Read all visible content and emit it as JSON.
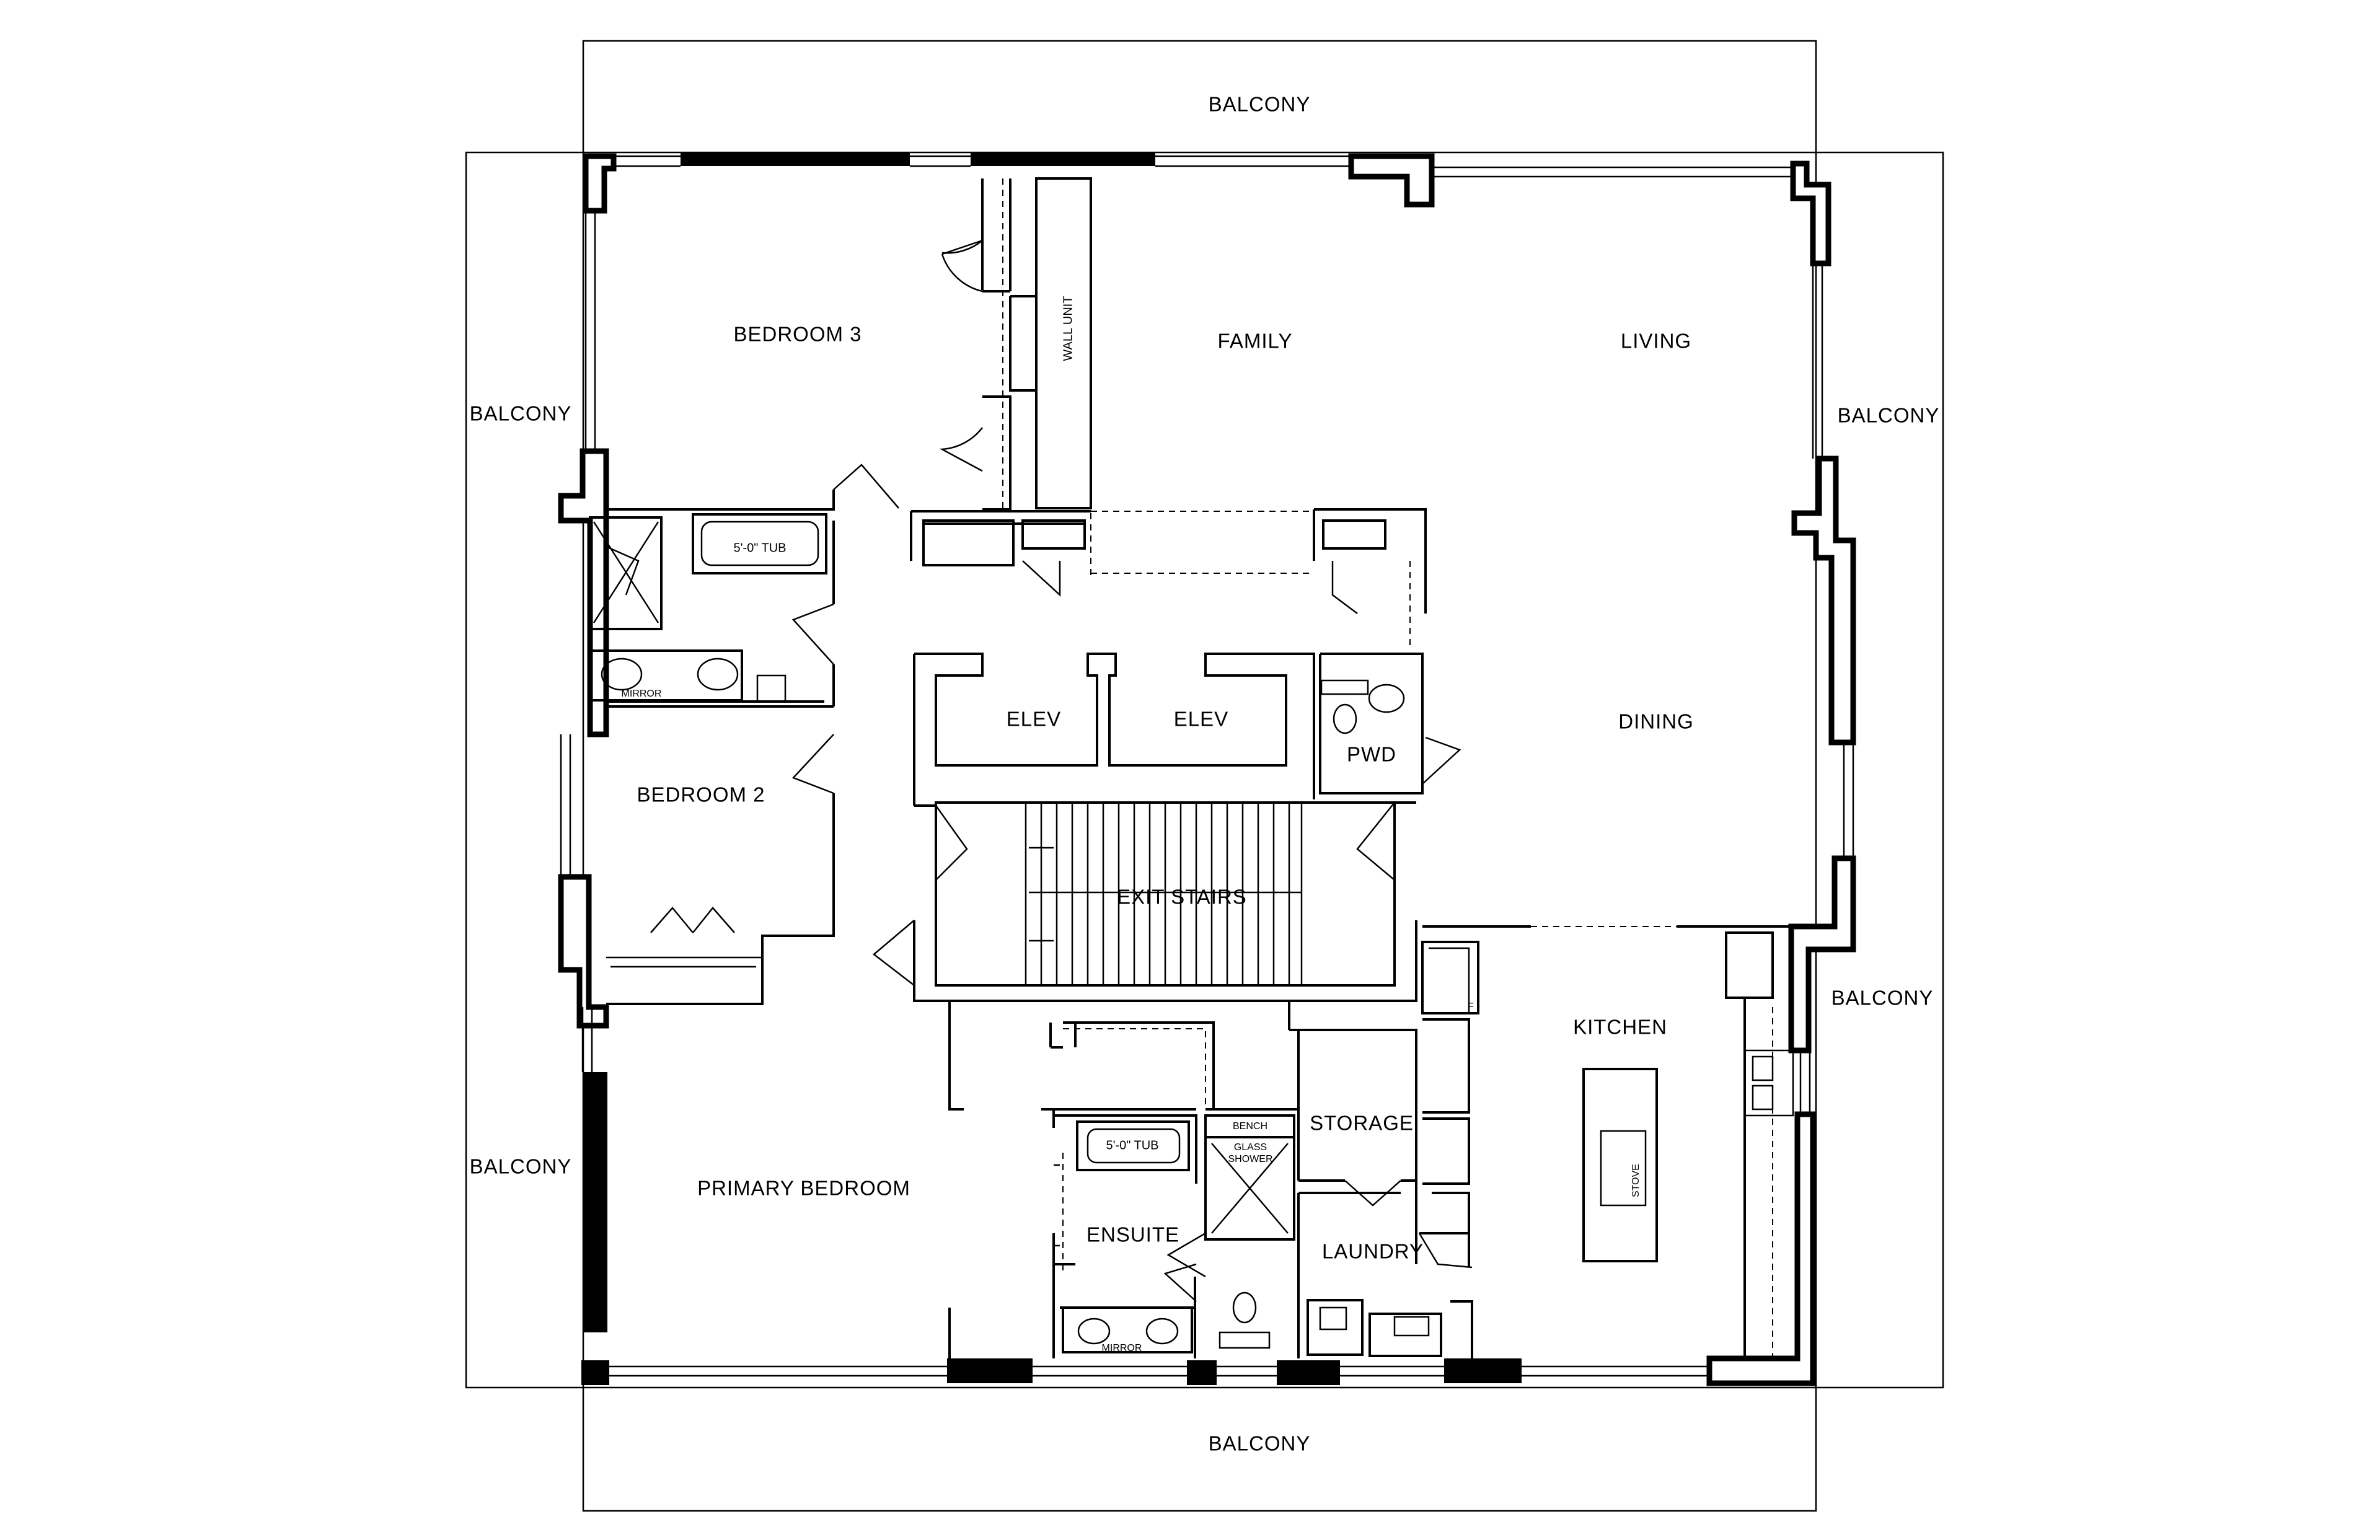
{
  "rooms": {
    "balcony_top": "BALCONY",
    "balcony_bottom": "BALCONY",
    "balcony_left_upper": "BALCONY",
    "balcony_left_lower": "BALCONY",
    "balcony_right_upper": "BALCONY",
    "balcony_right_lower": "BALCONY",
    "bedroom3": "BEDROOM 3",
    "wall_unit": "WALL UNIT",
    "family": "FAMILY",
    "living": "LIVING",
    "tub_upper": "5'-0\" TUB",
    "mirror_upper": "MIRROR",
    "elev_left": "ELEV",
    "elev_right": "ELEV",
    "pwd": "PWD",
    "dining": "DINING",
    "bedroom2": "BEDROOM 2",
    "exit_stairs": "EXIT STAIRS",
    "kitchen": "KITCHEN",
    "fridge_mark": "F",
    "storage": "STORAGE",
    "bench": "BENCH",
    "glass_shower": "GLASS SHOWER",
    "tub_lower": "5'-0\" TUB",
    "primary_bedroom": "PRIMARY BEDROOM",
    "ensuite": "ENSUITE",
    "laundry": "LAUNDRY",
    "stove": "STOVE",
    "mirror_lower": "MIRROR"
  }
}
